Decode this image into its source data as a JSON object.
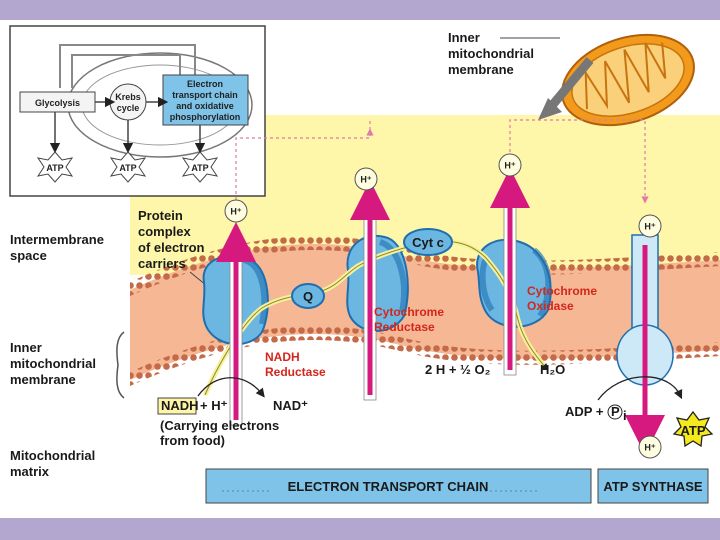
{
  "inset": {
    "glycolysis": "Glycolysis",
    "krebs_line1": "Krebs",
    "krebs_line2": "cycle",
    "etc_line1": "Electron",
    "etc_line2": "transport chain",
    "etc_line3": "and oxidative",
    "etc_line4": "phosphorylation",
    "atp": "ATP"
  },
  "mito_label": [
    "Inner",
    "mitochondrial",
    "membrane"
  ],
  "regions": {
    "intermembrane": [
      "Intermembrane",
      "space"
    ],
    "inner_membrane": [
      "Inner",
      "mitochondrial",
      "membrane"
    ],
    "matrix": [
      "Mitochondrial",
      "matrix"
    ]
  },
  "protein_complex": [
    "Protein",
    "complex",
    "of electron",
    "carriers"
  ],
  "hplus": "H⁺",
  "q_label": "Q",
  "cytc_label": "Cyt c",
  "nadh_reductase": [
    "NADH",
    "Reductase"
  ],
  "cyt_reductase": [
    "Cytochrome",
    "Reductase"
  ],
  "cyt_oxidase": [
    "Cytochrome",
    "Oxidase"
  ],
  "water_eq": "2 H + ½ O₂",
  "water": "H₂O",
  "nadh": "NADH",
  "plus_h": "+ H⁺",
  "nad": "NAD⁺",
  "carrying": [
    "(Carrying electrons",
    "from food)"
  ],
  "adp": "ADP + ",
  "pi": "P",
  "pi_sub": "i",
  "atp_star": "ATP",
  "footer": {
    "etc": "ELECTRON TRANSPORT CHAIN",
    "atp_synthase": "ATP SYNTHASE"
  },
  "colors": {
    "intermembrane_bg": "#fef6a8",
    "membrane_pink": "#f6b894",
    "lipid_head": "#c46a48",
    "protein_blue": "#6cb6e2",
    "protein_dark": "#1f6fb0",
    "arrow_magenta": "#d6197e",
    "footer_blue": "#7fc3e8",
    "red_text": "#d4261c",
    "mito_orange": "#f29a1c"
  }
}
